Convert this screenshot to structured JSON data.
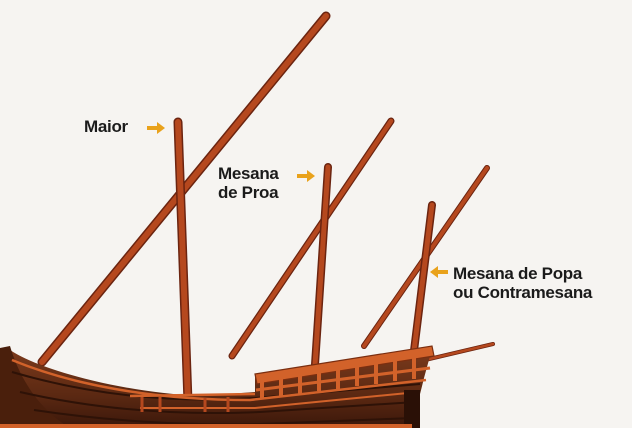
{
  "labels": {
    "maior": "Maior",
    "mesana_de_proa": [
      "Mesana",
      "de Proa"
    ],
    "mesana_de_popa": [
      "Mesana de Popa",
      "ou Contramesana"
    ]
  },
  "colors": {
    "background": "#f6f4f1",
    "spar": "#b5481e",
    "spar_shadow": "#6b2410",
    "hull": "#6a3118",
    "hull_dark": "#3e1a0c",
    "rail": "#d2622a",
    "arrow": "#e9a21b",
    "text": "#1b1b1b"
  }
}
